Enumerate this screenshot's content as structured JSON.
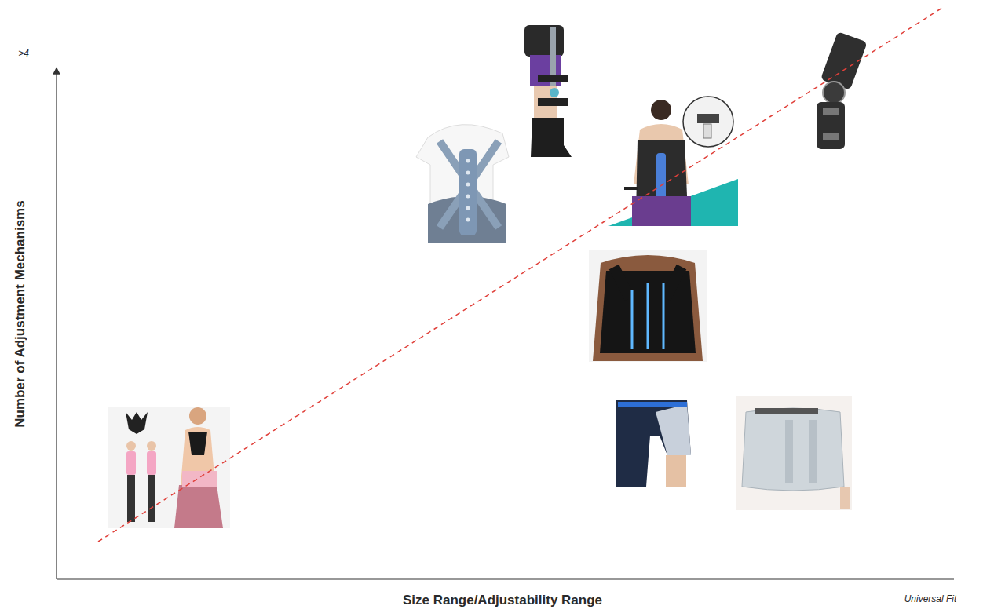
{
  "diagram": {
    "labels": [
      ">4",
      "Number of Adjustment Mechanisms",
      "Size Range/Adjustability Range",
      "Universal Fit"
    ]
  }
}
